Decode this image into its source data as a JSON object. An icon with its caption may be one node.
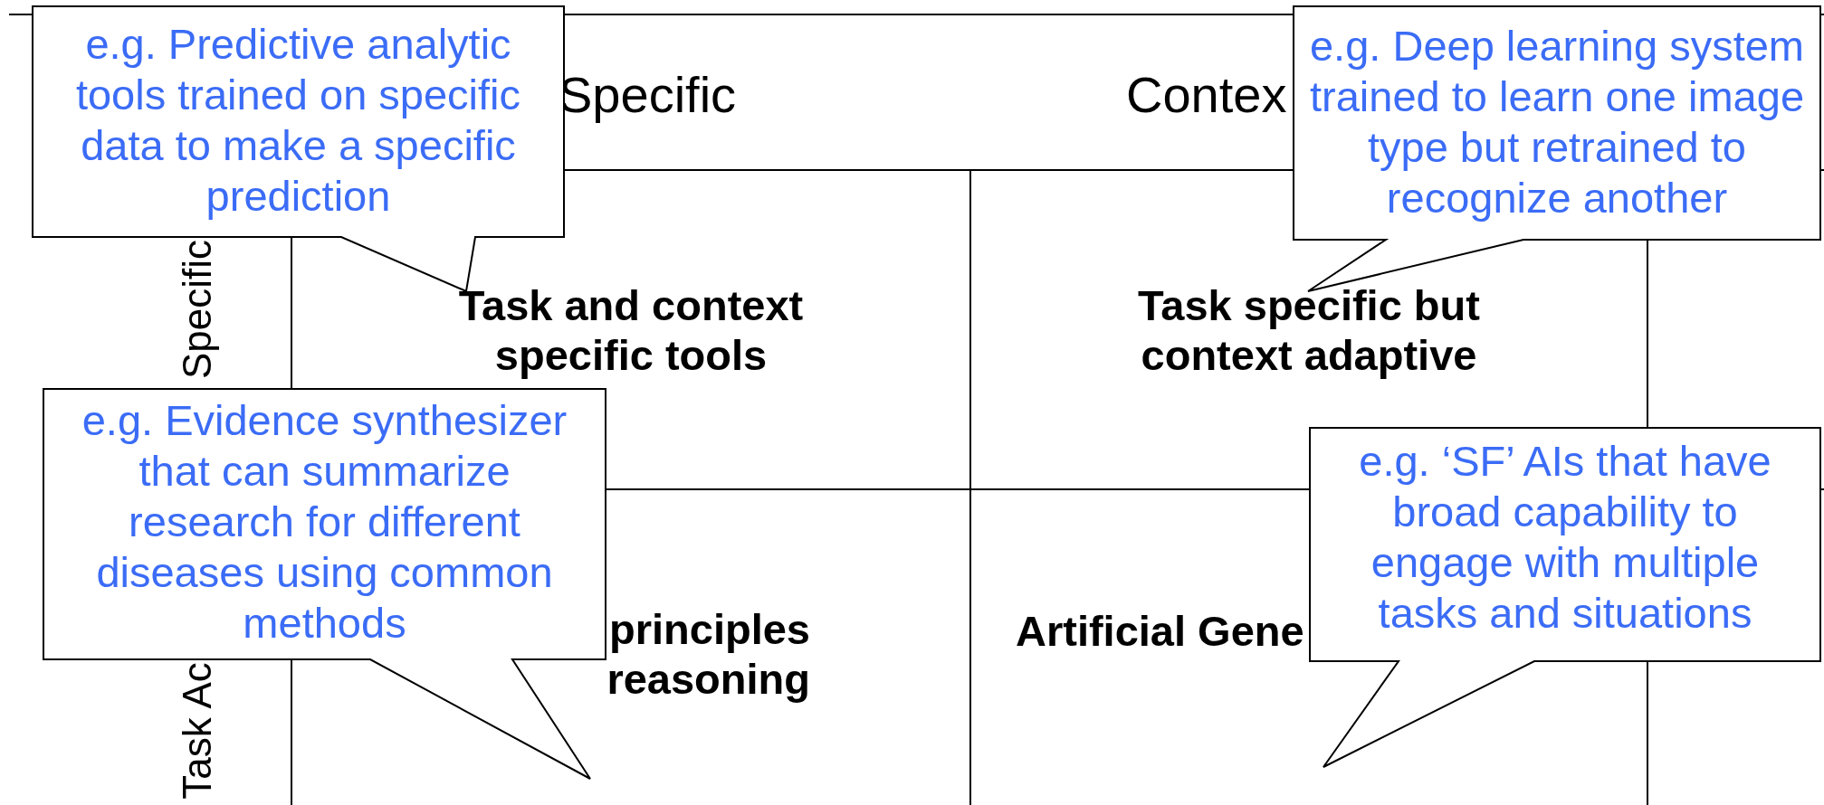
{
  "diagram": {
    "nodes": [
      {
        "text": [
          "e.g. Predictive analytic tools trained on specific data to make a specific prediction"
        ]
      },
      {
        "text": [
          "e.g. Deep learning system trained to learn one image type but retrained to recognize another"
        ]
      },
      {
        "text": [
          "Task and context specific tools"
        ]
      },
      {
        "text": [
          "Task specific but context adaptive"
        ]
      },
      {
        "text": [
          "e.g. Evidence synthesizer that can summarize research for different diseases using common methods"
        ]
      },
      {
        "text": [
          "e.g. ‘SF’ AIs that have broad capability to engage with multiple tasks and situations"
        ]
      },
      {
        "text": [
          "principles reasoning"
        ]
      },
      {
        "text": [
          "Artificial Gene"
        ]
      }
    ],
    "labels": [
      "Specific",
      "Contex",
      "Specific",
      "Task Ac"
    ]
  }
}
